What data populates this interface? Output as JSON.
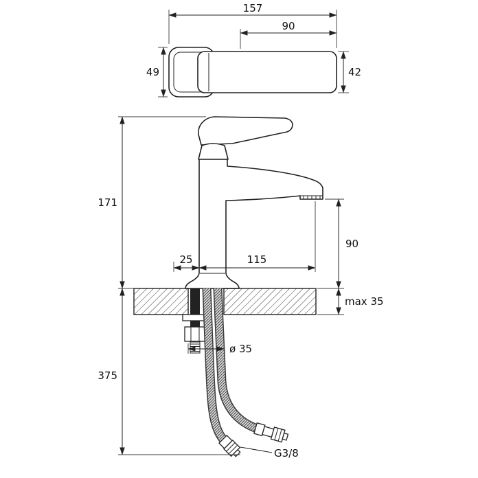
{
  "diagram": {
    "top_view": {
      "overall_width": "157",
      "lever_length": "90",
      "body_depth": "49",
      "lever_depth": "42"
    },
    "front_view": {
      "total_height": "171",
      "spout_outlet_height": "90",
      "axis_offset": "25",
      "spout_reach": "115",
      "max_deck_thickness": "max 35",
      "hole_diameter": "ø 35",
      "hose_length": "375",
      "thread_size": "G3/8"
    }
  }
}
